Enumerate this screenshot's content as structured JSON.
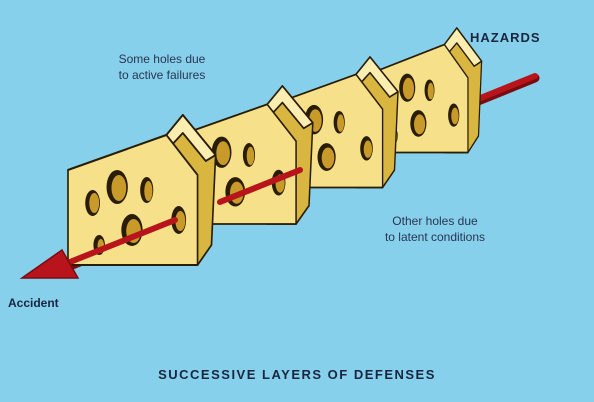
{
  "diagram": {
    "hazards_label": "HAZARDS",
    "accident_label": "Accident",
    "active_failures_note": [
      "Some holes due",
      "to active failures"
    ],
    "latent_conditions_note": [
      "Other holes due",
      "to latent conditions"
    ],
    "caption": "SUCCESSIVE LAYERS OF DEFENSES",
    "layer_count": 4
  },
  "colors": {
    "background": "#86d0ec",
    "cheese_front": "#f6e08a",
    "cheese_side": "#d9b640",
    "cheese_top": "#fbeeb0",
    "arrow": "#b8141b",
    "text": "#1a2540"
  }
}
